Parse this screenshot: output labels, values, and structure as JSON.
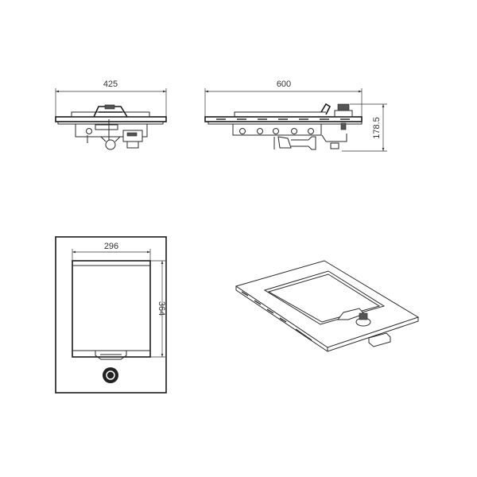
{
  "drawing": {
    "front_view": {
      "width_label": "425"
    },
    "side_view": {
      "width_label": "600",
      "height_label": "178.5"
    },
    "top_view": {
      "griddle_width_label": "296",
      "griddle_depth_label": "364"
    },
    "isometric_view": {}
  },
  "colors": {
    "line": "#2a2a2a",
    "background": "#ffffff"
  }
}
